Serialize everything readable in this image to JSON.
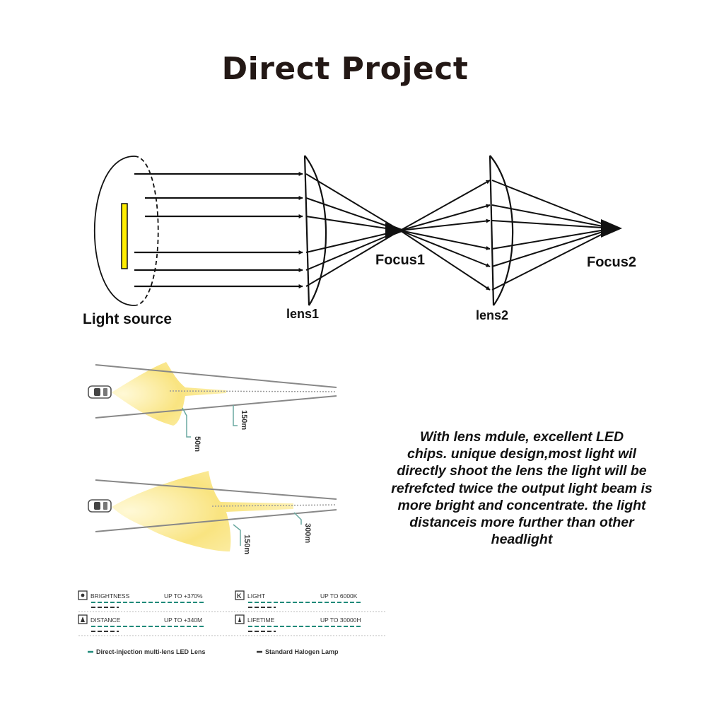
{
  "title": "Direct Project",
  "optics": {
    "light_source_label": "Light source",
    "lens1_label": "lens1",
    "lens2_label": "lens2",
    "focus1_label": "Focus1",
    "focus2_label": "Focus2",
    "light_source_color": "#ffee00"
  },
  "beam_diagrams": {
    "top": {
      "near_label": "50m",
      "far_label": "150m"
    },
    "bottom": {
      "near_label": "150m",
      "far_label": "300m"
    },
    "beam_color": "#f8df6a"
  },
  "description": {
    "lines": [
      "With lens mdule,  excellent LED",
      "chips. unique design,most  light wil",
      "directly shoot the lens the light will be",
      "refrefcted twice the output light beam is",
      "more bright and concentrate. the light",
      "distanceis more further than other",
      "headlight"
    ]
  },
  "specs": {
    "brightness": {
      "label": "BRIGHTNESS",
      "value": "UP TO +370%"
    },
    "light": {
      "label": "LIGHT",
      "value": "UP TO 6000K"
    },
    "distance": {
      "label": "DISTANCE",
      "value": "UP TO +340M"
    },
    "lifetime": {
      "label": "LIFETIME",
      "value": "UP TO 30000H"
    },
    "legend_led": "Direct-injection multi-lens LED Lens",
    "legend_halogen": "Standard Halogen Lamp",
    "led_color": "#1f8a7a",
    "halogen_color": "#333333"
  }
}
